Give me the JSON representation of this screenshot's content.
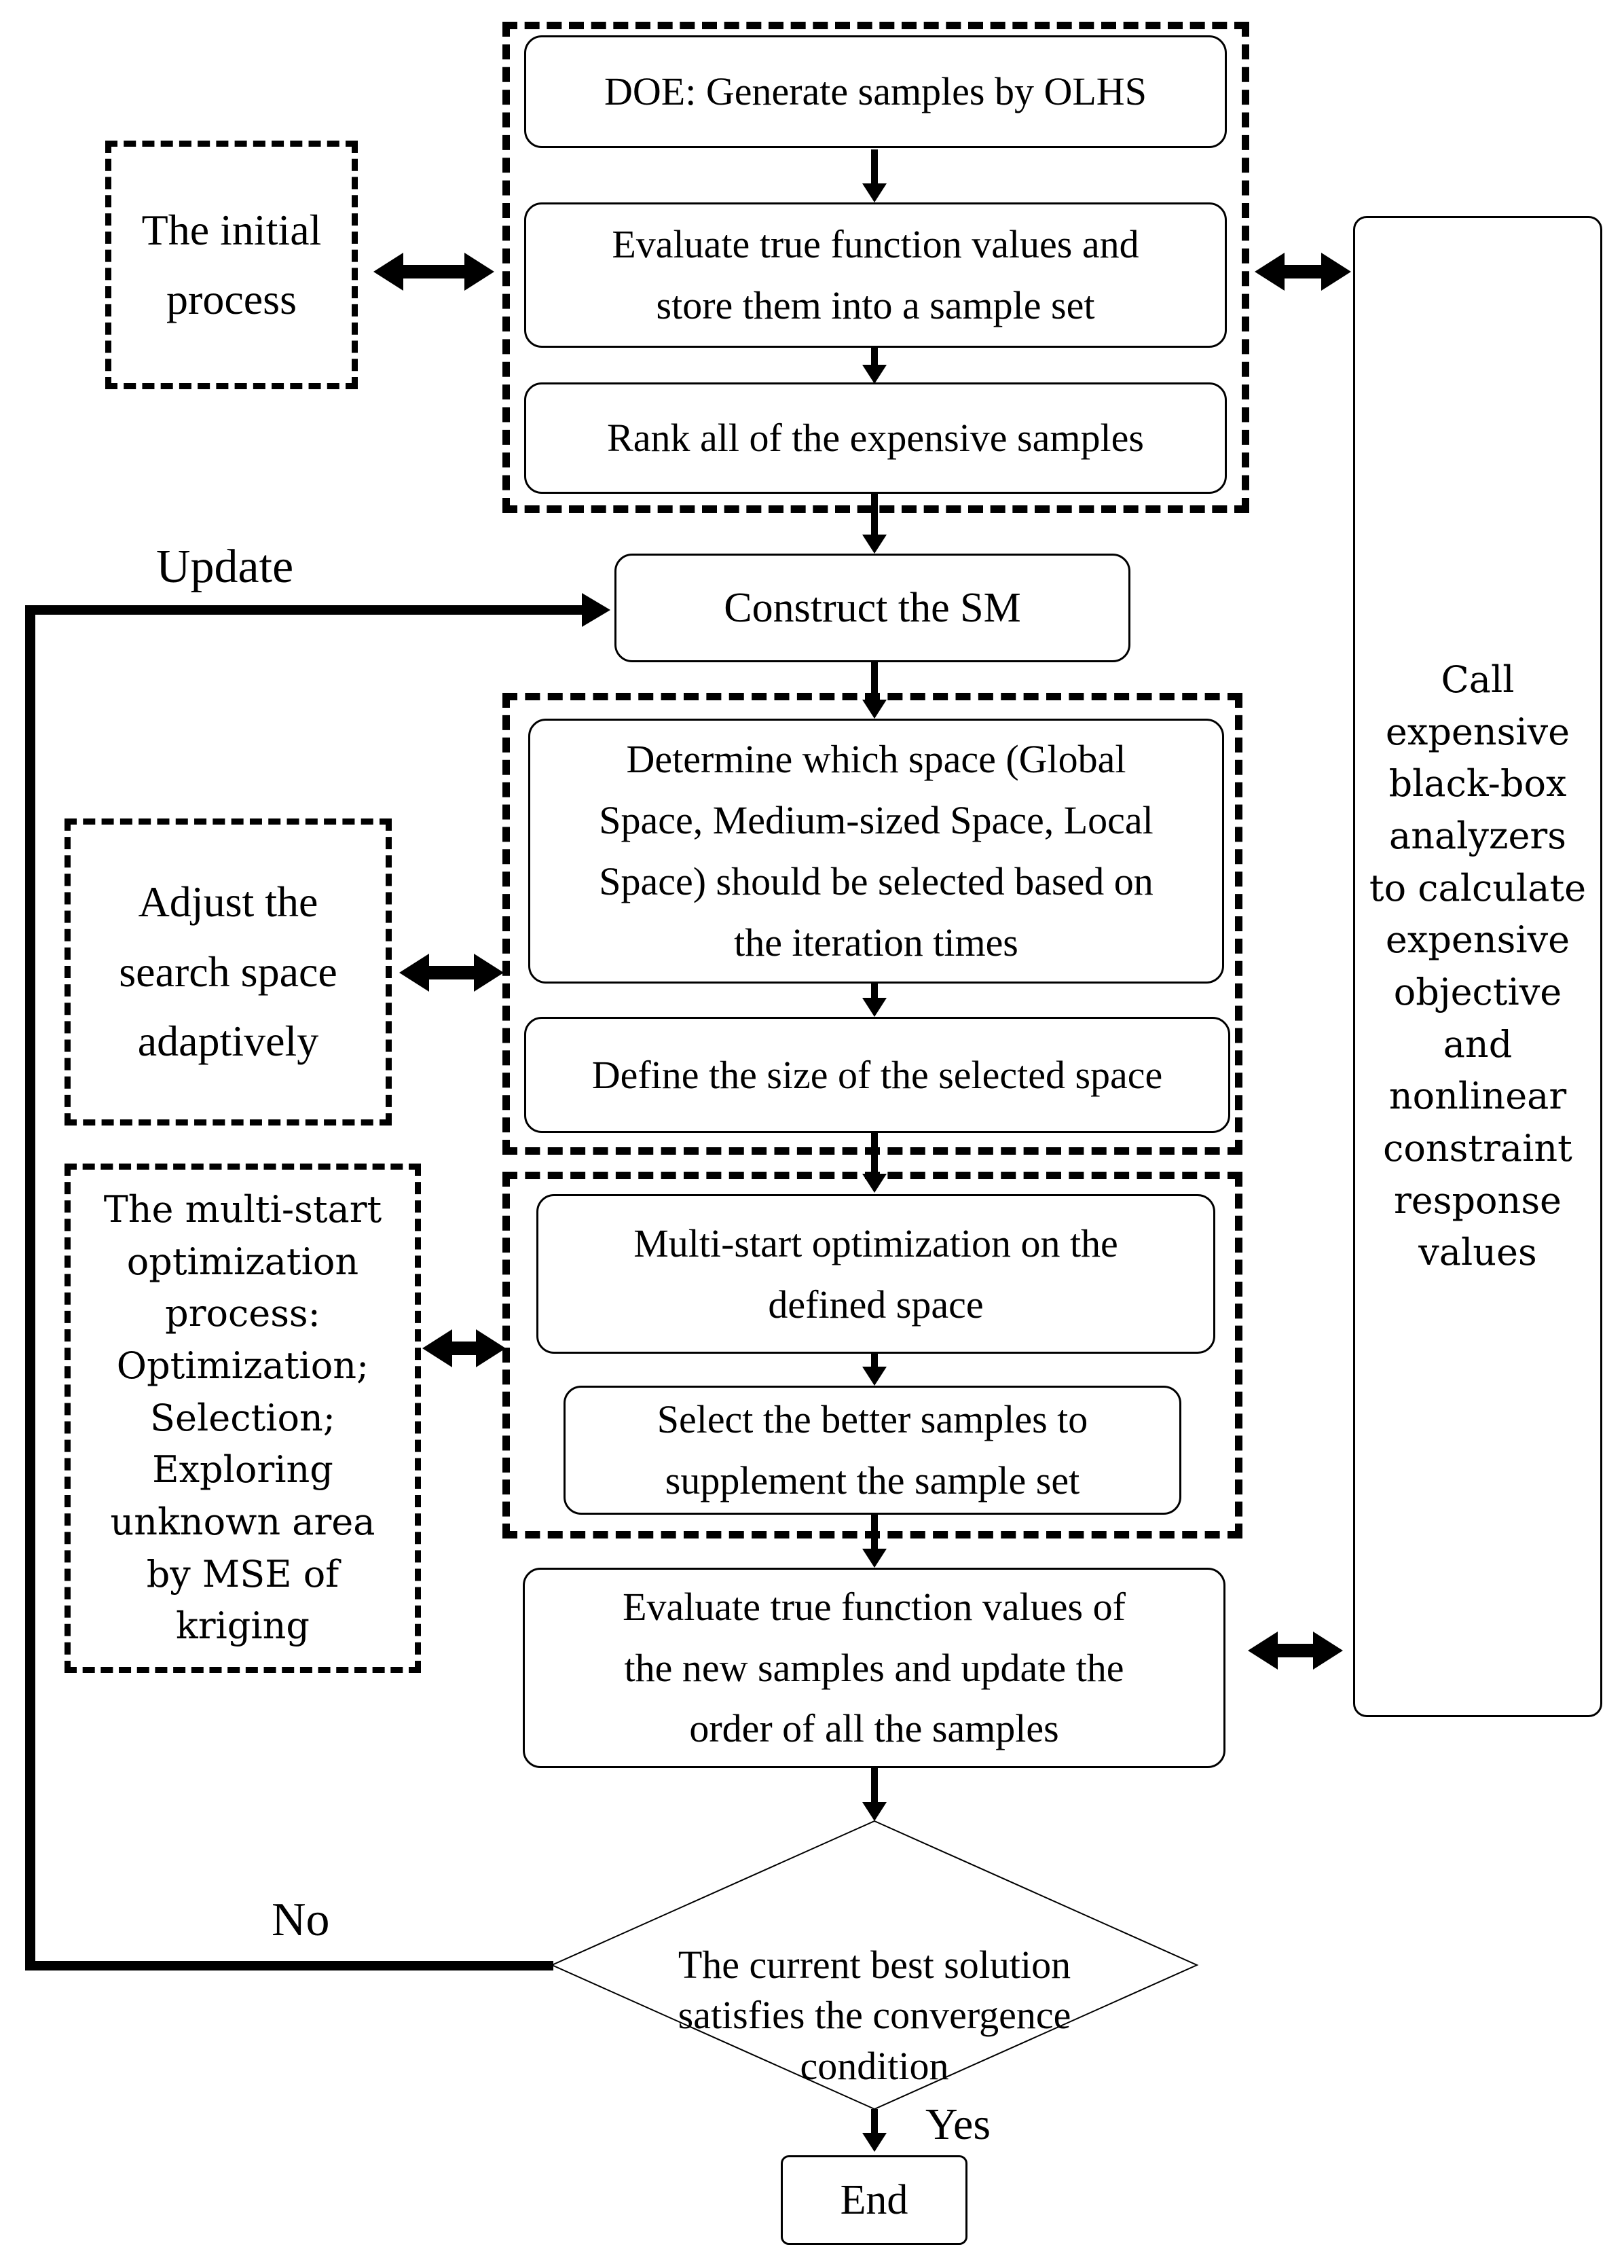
{
  "meta": {
    "ink_color": "#000000",
    "background_color": "#ffffff",
    "figure_type": "flowchart"
  },
  "nodes": {
    "initial_process": "The initial\nprocess",
    "doe": "DOE: Generate samples by OLHS",
    "evaluate_store": "Evaluate true function values and\nstore them into a sample set",
    "rank": "Rank all of the expensive samples",
    "construct_sm": "Construct the SM",
    "determine_space": "Determine which space (Global\nSpace, Medium-sized Space, Local\nSpace) should be selected based on\nthe iteration times",
    "define_size": "Define the size of the selected space",
    "adjust_space": "Adjust the\nsearch space\nadaptively",
    "multistart_opt": "Multi-start optimization on the\ndefined space",
    "select_better": "Select the better samples to\nsupplement the sample set",
    "multistart_process": "The multi-start\noptimization\nprocess:\nOptimization;\nSelection;\nExploring\nunknown area\nby MSE of\nkriging",
    "evaluate_update": "Evaluate true function values of\nthe new samples and update the\norder of all the samples",
    "decision": "The current best solution\nsatisfies the convergence\ncondition",
    "call_analyzers": "Call\nexpensive\nblack-box\nanalyzers\nto calculate\nexpensive\nobjective\nand\nnonlinear\nconstraint\nresponse\nvalues",
    "end": "End"
  },
  "labels": {
    "update": "Update",
    "no": "No",
    "yes": "Yes"
  }
}
